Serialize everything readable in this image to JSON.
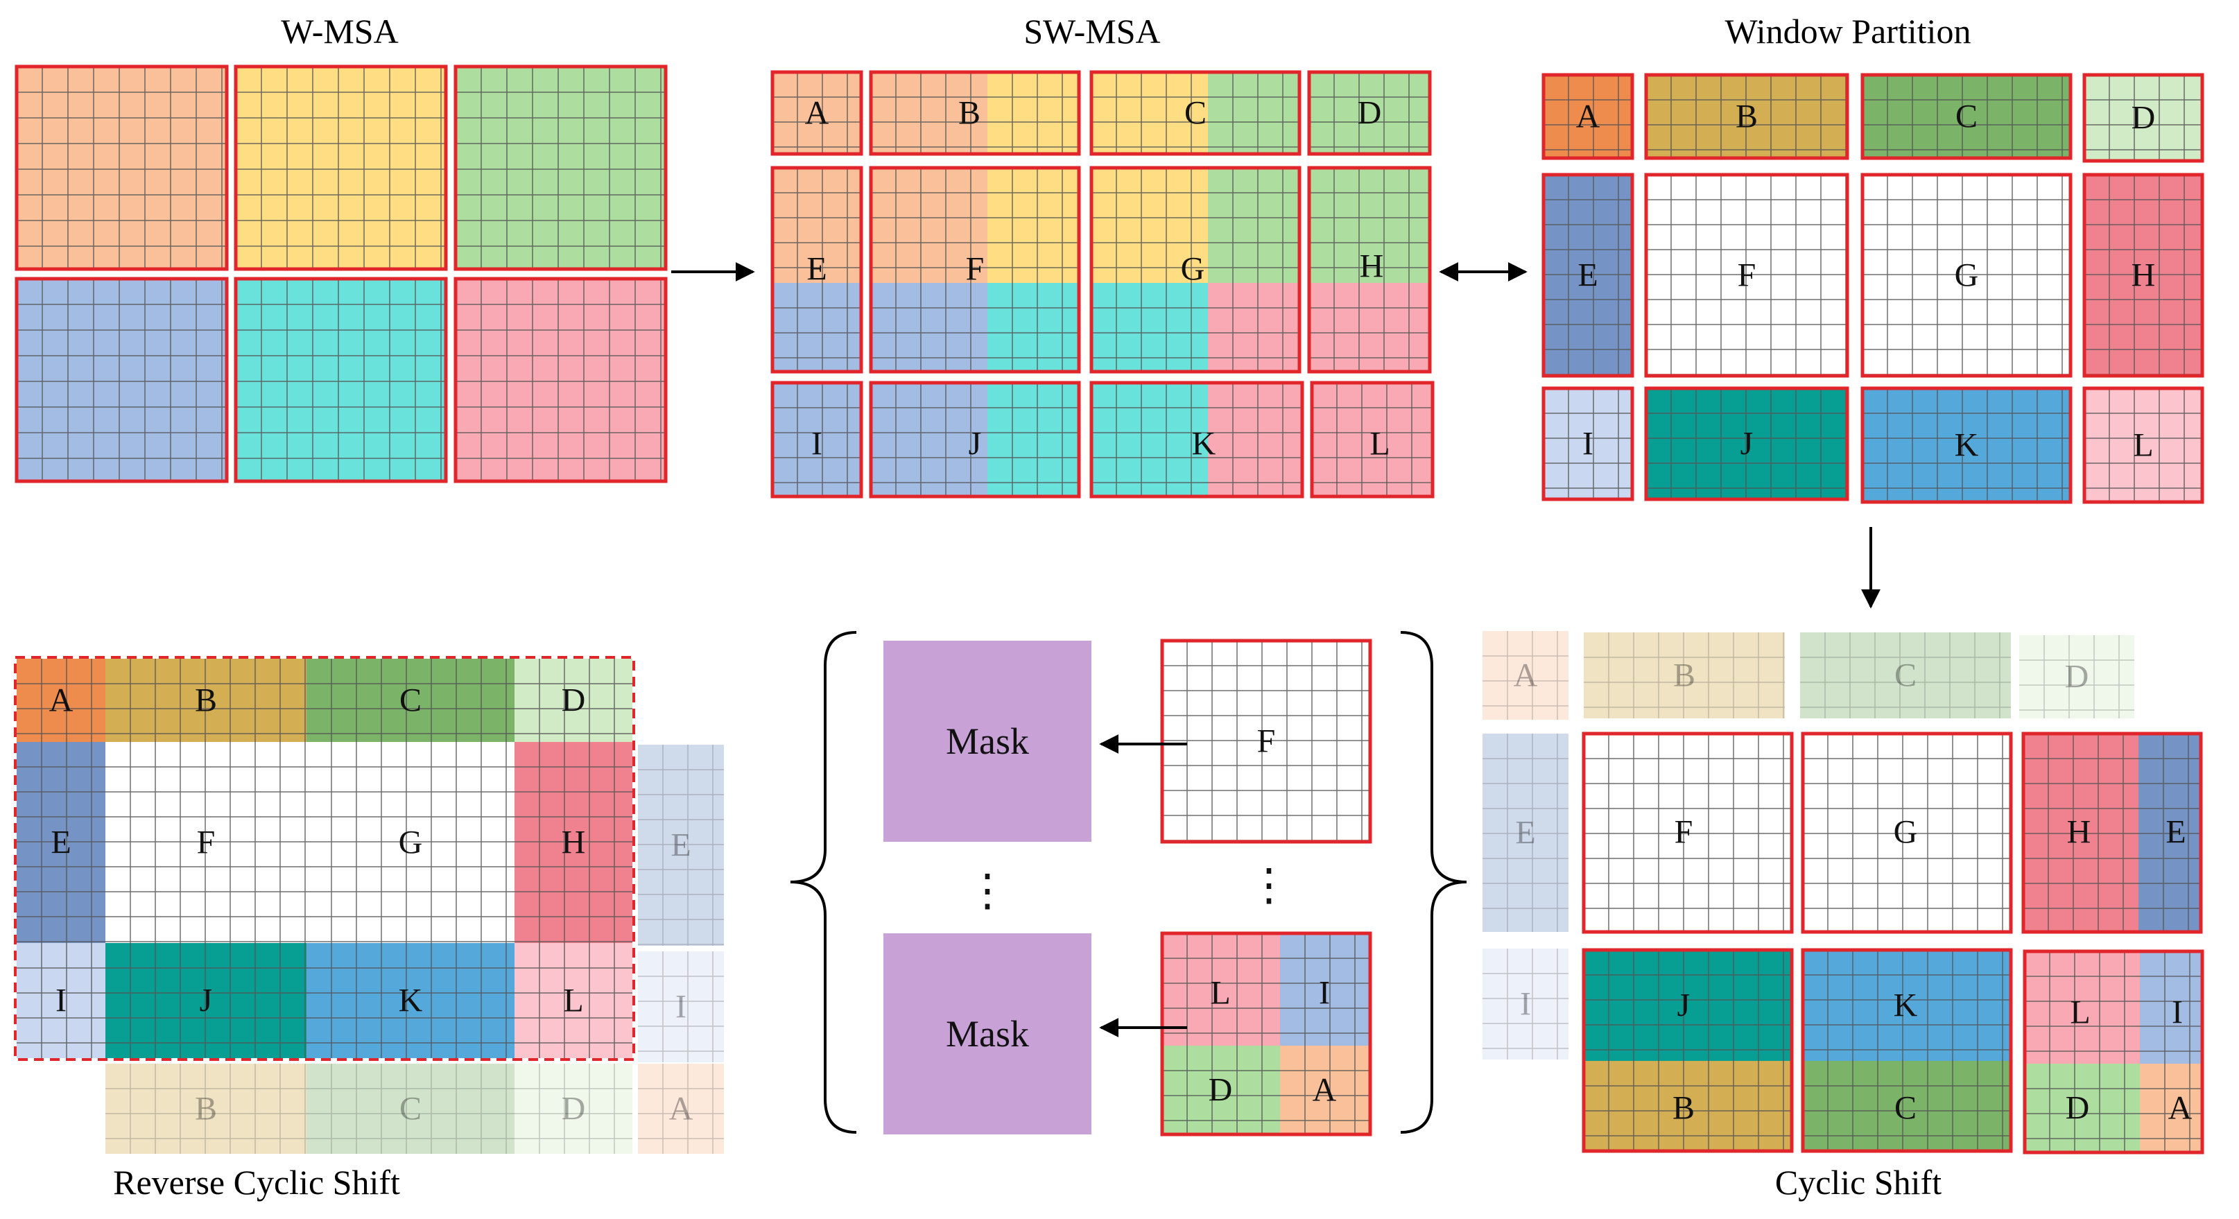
{
  "colors": {
    "orange": "#FAC09A",
    "yellow": "#FEDD83",
    "green": "#AEDDA0",
    "blue": "#A3BCE4",
    "cyan": "#6AE2DC",
    "pink": "#F8A9B4",
    "dark_orange": "#EE8C4E",
    "dark_gold": "#D3AE52",
    "dark_green": "#7BB369",
    "light_green": "#D1EBC6",
    "dark_blue": "#7594C5",
    "dark_pink": "#F0828F",
    "light_blue": "#C9D8F0",
    "teal": "#079E93",
    "sky_blue": "#55A8DA",
    "light_pink": "#FCC4CC",
    "white": "#FFFFFF",
    "mask_purple": "#C8A2D6",
    "border_red": "#E0262B",
    "grid_line": "#555555"
  },
  "labels": {
    "wmsa": "W-MSA",
    "swmsa": "SW-MSA",
    "window_partition": "Window Partition",
    "cyclic_shift": "Cyclic Shift",
    "reverse_cyclic_shift": "Reverse Cyclic Shift",
    "mask": "Mask",
    "ellipsis": "⋮"
  },
  "regions": {
    "A": "A",
    "B": "B",
    "C": "C",
    "D": "D",
    "E": "E",
    "F": "F",
    "G": "G",
    "H": "H",
    "I": "I",
    "J": "J",
    "K": "K",
    "L": "L"
  }
}
